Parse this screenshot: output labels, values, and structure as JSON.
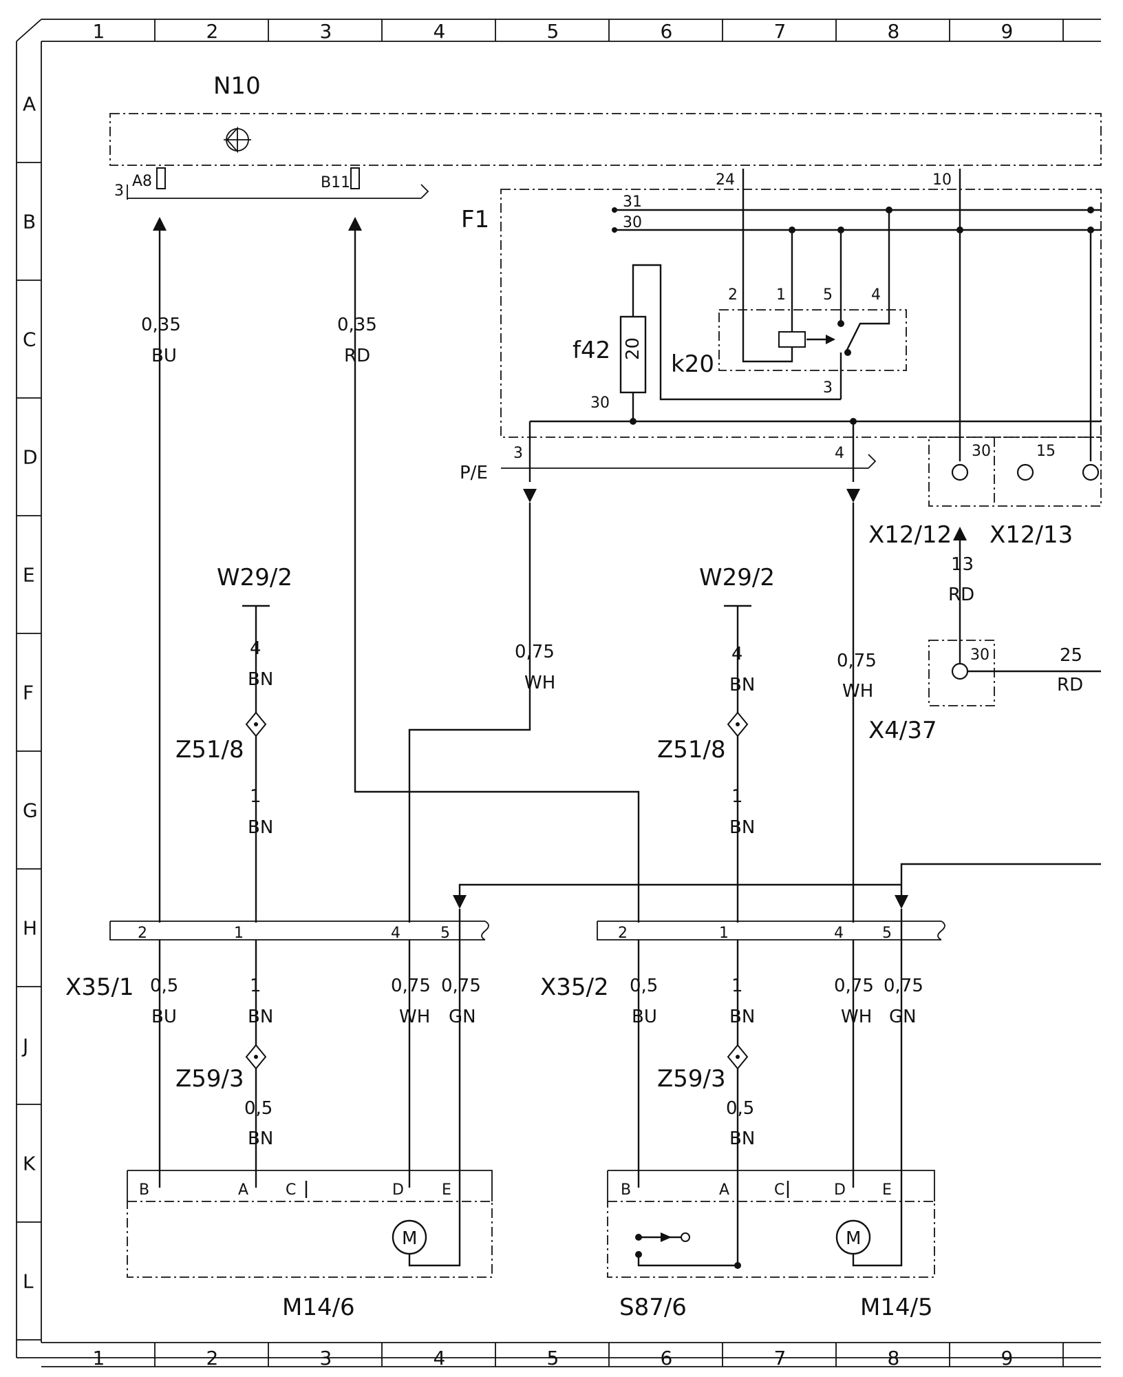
{
  "diagram": {
    "grid_columns": [
      "1",
      "2",
      "3",
      "4",
      "5",
      "6",
      "7",
      "8",
      "9"
    ],
    "grid_rows": [
      "A",
      "B",
      "C",
      "D",
      "E",
      "F",
      "G",
      "H",
      "J",
      "K",
      "L"
    ],
    "components": {
      "n10": "N10",
      "f1": "F1",
      "f42": "f42",
      "f42_rating": "20",
      "k20": "k20",
      "pe": "P/E",
      "w29_a": "W29/2",
      "w29_b": "W29/2",
      "z51_a": "Z51/8",
      "z51_b": "Z51/8",
      "x35_1": "X35/1",
      "x35_2": "X35/2",
      "z59_a": "Z59/3",
      "z59_b": "Z59/3",
      "m14_6": "M14/6",
      "s87_6": "S87/6",
      "m14_5": "M14/5",
      "x12_12": "X12/12",
      "x12_13": "X12/13",
      "x4_37": "X4/37",
      "motor": "M"
    },
    "pins": {
      "n10_3": "3",
      "a8": "A8",
      "b11": "B11",
      "p24": "24",
      "p10": "10",
      "p31": "31",
      "p30": "30",
      "k2": "2",
      "k1": "1",
      "k5": "5",
      "k4": "4",
      "k3": "3",
      "f42_30": "30",
      "pe3": "3",
      "pe4": "4",
      "x12_30": "30",
      "x12_15": "15",
      "x4_30": "30",
      "h2a": "2",
      "h1a": "1",
      "h4a": "4",
      "h5a": "5",
      "h2b": "2",
      "h1b": "1",
      "h4b": "4",
      "h5b": "5",
      "ka_b": "B",
      "ka_a": "A",
      "ka_c": "C",
      "ka_d": "D",
      "ka_e": "E",
      "kb_b": "B",
      "kb_a": "A",
      "kb_c": "C",
      "kb_d": "D",
      "kb_e": "E"
    },
    "wires": {
      "bu035_size": "0,35",
      "bu035_color": "BU",
      "rd035_size": "0,35",
      "rd035_color": "RD",
      "wh075a_size": "0,75",
      "wh075a_color": "WH",
      "wh075b_size": "0,75",
      "wh075b_color": "WH",
      "bn4a_size": "4",
      "bn4a_color": "BN",
      "bn4b_size": "4",
      "bn4b_color": "BN",
      "bn1a_size": "1",
      "bn1a_color": "BN",
      "bn1b_size": "1",
      "bn1b_color": "BN",
      "rd13_size": "13",
      "rd13_color": "RD",
      "rd25_size": "25",
      "rd25_color": "RD",
      "a_bu_size": "0,5",
      "a_bu_color": "BU",
      "a_bn_size": "1",
      "a_bn_color": "BN",
      "a_wh_size": "0,75",
      "a_wh_color": "WH",
      "a_gn_size": "0,75",
      "a_gn_color": "GN",
      "a_bn05_size": "0,5",
      "a_bn05_color": "BN",
      "b_bu_size": "0,5",
      "b_bu_color": "BU",
      "b_bn_size": "1",
      "b_bn_color": "BN",
      "b_wh_size": "0,75",
      "b_wh_color": "WH",
      "b_gn_size": "0,75",
      "b_gn_color": "GN",
      "b_bn05_size": "0,5",
      "b_bn05_color": "BN"
    }
  }
}
